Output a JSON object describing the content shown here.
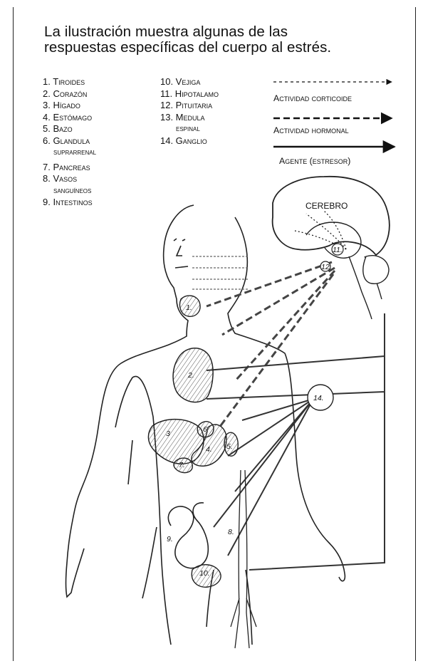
{
  "title": {
    "line1": "La ilustración muestra algunas de las",
    "line2": "respuestas específicas del cuerpo al estrés."
  },
  "legend": {
    "col1": [
      {
        "text": "1. Tiroides"
      },
      {
        "text": "2. Corazón"
      },
      {
        "text": "3. Hígado"
      },
      {
        "text": "4. Estómago"
      },
      {
        "text": "5. Bazo"
      },
      {
        "text": "6. Glandula"
      },
      {
        "text": "suprarrenal"
      },
      {
        "text": "7. Pancreas"
      },
      {
        "text": "8. Vasos"
      },
      {
        "text": "sanguíneos"
      },
      {
        "text": "9. Intestinos"
      }
    ],
    "col2": [
      {
        "text": "10. Vejiga"
      },
      {
        "text": "11. Hipotalamo"
      },
      {
        "text": "12. Pituitaria"
      },
      {
        "text": "13. Medula"
      },
      {
        "text": "espinal"
      },
      {
        "text": "14. Ganglio"
      }
    ]
  },
  "key": {
    "corticoide": "Actividad corticoide",
    "hormonal": "Actividad hormonal",
    "agente": "Agente (estresor)"
  },
  "diagram": {
    "cerebro_label": "CEREBRO",
    "organ_labels": [
      "1.",
      "2.",
      "3",
      "4.",
      "5.",
      "6",
      "7.",
      "8.",
      "9.",
      "10.",
      "11.",
      "12.",
      "14."
    ]
  },
  "colors": {
    "ink": "#111111",
    "hatch": "#555555",
    "background": "#ffffff"
  }
}
